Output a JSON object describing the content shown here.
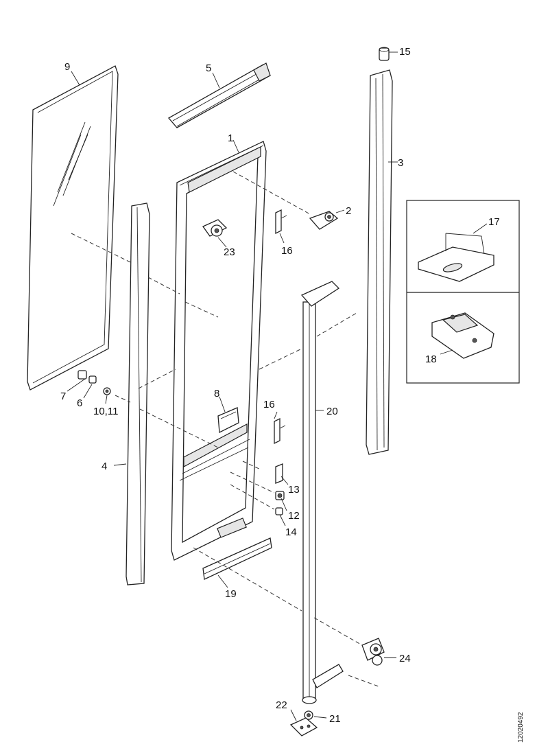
{
  "diagram": {
    "labels": {
      "p1": "1",
      "p2": "2",
      "p3": "3",
      "p4": "4",
      "p5": "5",
      "p6": "6",
      "p7": "7",
      "p8": "8",
      "p9": "9",
      "p10_11": "10,11",
      "p12": "12",
      "p13": "13",
      "p14": "14",
      "p15": "15",
      "p16a": "16",
      "p16b": "16",
      "p17": "17",
      "p18": "18",
      "p19": "19",
      "p20": "20",
      "p21": "21",
      "p22": "22",
      "p23": "23",
      "p24": "24"
    },
    "doc_id": "12020492"
  }
}
